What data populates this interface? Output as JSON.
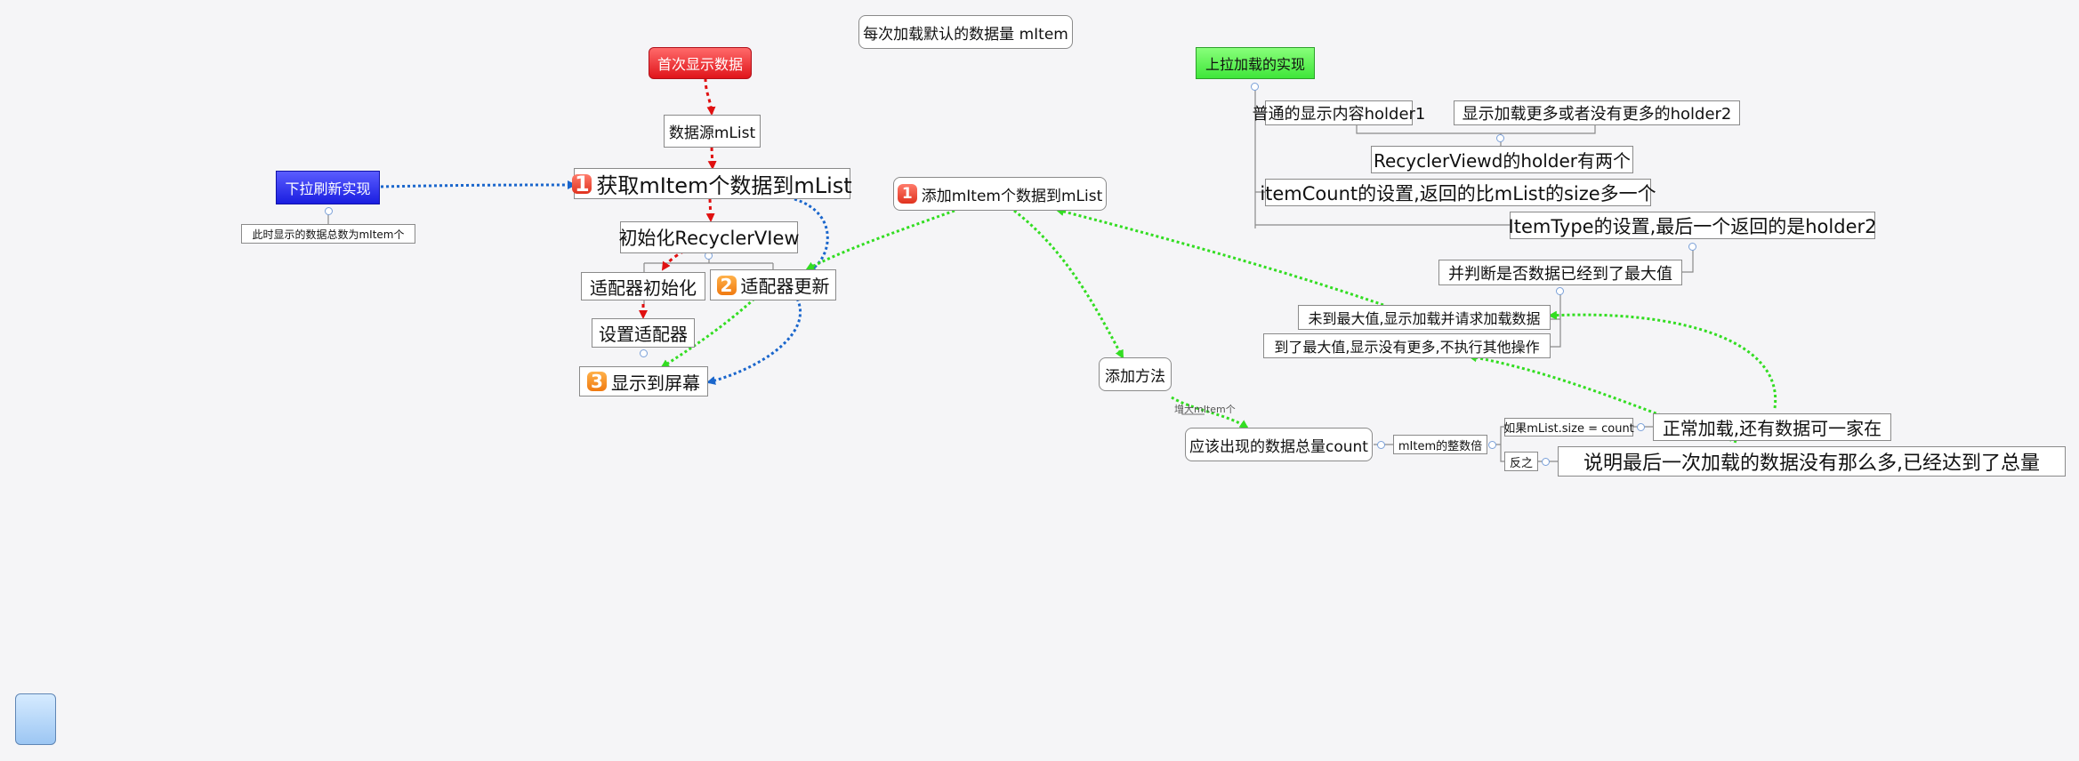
{
  "colors": {
    "red_flow": "#e01010",
    "blue_flow": "#1a66cc",
    "green_flow": "#33dd22",
    "connector": "#8a8a8a"
  },
  "nodes": {
    "default_count": "每次加载默认的数据量 mItem",
    "first_display": "首次显示数据",
    "data_source": "数据源mList",
    "get_items": "获取mItem个数据到mList",
    "get_items_badge": "1",
    "init_recycler": "初始化RecyclerVIew",
    "adapter_init": "适配器初始化",
    "adapter_update": "适配器更新",
    "adapter_update_badge": "2",
    "set_adapter": "设置适配器",
    "show_screen": "显示到屏幕",
    "show_screen_badge": "3",
    "pull_refresh": "下拉刷新实现",
    "pull_refresh_note": "此时显示的数据总数为mItem个",
    "add_items": "添加mItem个数据到mList",
    "add_items_badge": "1",
    "add_method": "添加方法",
    "increase_label": "增大mItem个",
    "expected_total": "应该出现的数据总量count",
    "multiple": "mItem的整数倍",
    "if_equal": "如果mList.size = count",
    "otherwise": "反之",
    "normal_load": "正常加载,还有数据可一家在",
    "last_load": "说明最后一次加载的数据没有那么多,已经达到了总量",
    "pull_up_load": "上拉加载的实现",
    "holder_normal": "普通的显示内容holder1",
    "holder_more": "显示加载更多或者没有更多的holder2",
    "two_holders": "RecyclerViewd的holder有两个",
    "item_count": "itemCount的设置,返回的比mList的size多一个",
    "item_type": "ItemType的设置,最后一个返回的是holder2",
    "check_max": "并判断是否数据已经到了最大值",
    "not_max": "未到最大值,显示加载并请求加载数据",
    "reached_max": "到了最大值,显示没有更多,不执行其他操作"
  },
  "toolbar": {
    "corner_button_icon": "panel-toggle-icon"
  }
}
